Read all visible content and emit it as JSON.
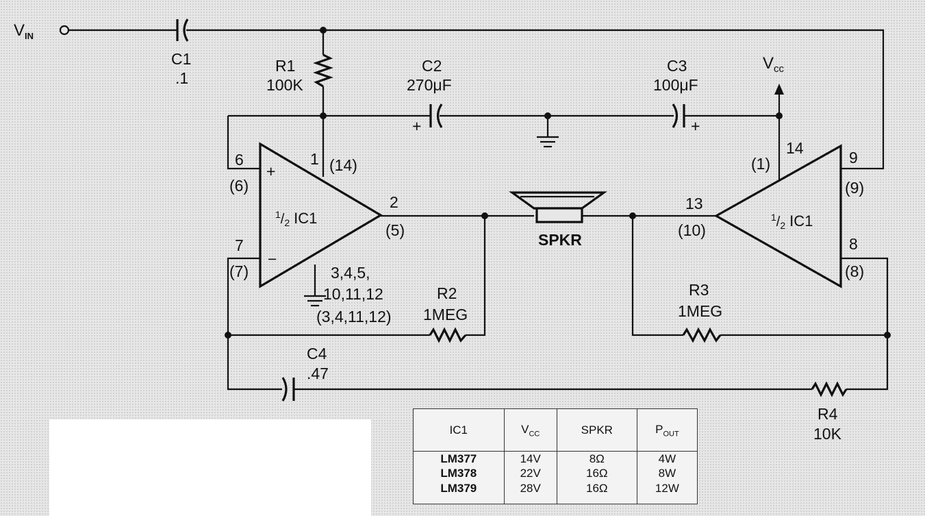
{
  "labels": {
    "vin": "V",
    "vin_sub": "IN",
    "c1": "C1",
    "c1_val": ".1",
    "r1": "R1",
    "r1_val": "100K",
    "c2": "C2",
    "c2_val": "270μF",
    "c3": "C3",
    "c3_val": "100μF",
    "vcc": "V",
    "vcc_sub": "cc",
    "plus": "+",
    "minus": "−",
    "amp": "1/2 IC1",
    "amp_half_num": "1",
    "amp_half_den": "2",
    "amp_ic": "IC1",
    "spkr": "SPKR",
    "r2": "R2",
    "r2_val": "1MEG",
    "r3": "R3",
    "r3_val": "1MEG",
    "c4": "C4",
    "c4_val": ".47",
    "r4": "R4",
    "r4_val": "10K",
    "gnd_pins_1": "3,4,5,",
    "gnd_pins_2": "10,11,12",
    "gnd_pins_3": "(3,4,11,12)"
  },
  "pins": {
    "left_plus_pin": "6",
    "left_plus_alt": "(6)",
    "left_minus_pin": "7",
    "left_minus_alt": "(7)",
    "left_supply_pin": "1",
    "left_supply_alt": "(14)",
    "left_out_pin": "2",
    "left_out_alt": "(5)",
    "right_supply_alt": "(1)",
    "right_supply_pin": "14",
    "right_in1_pin": "9",
    "right_in1_alt": "(9)",
    "right_in2_pin": "8",
    "right_in2_alt": "(8)",
    "right_out_pin": "13",
    "right_out_alt": "(10)"
  },
  "table": {
    "headers": [
      "IC1",
      "V",
      "SPKR",
      "P"
    ],
    "header_subs": [
      "",
      "CC",
      "",
      "OUT"
    ],
    "rows": [
      [
        "LM377",
        "14V",
        "8Ω",
        "4W"
      ],
      [
        "LM378",
        "22V",
        "16Ω",
        "8W"
      ],
      [
        "LM379",
        "28V",
        "16Ω",
        "12W"
      ]
    ]
  }
}
